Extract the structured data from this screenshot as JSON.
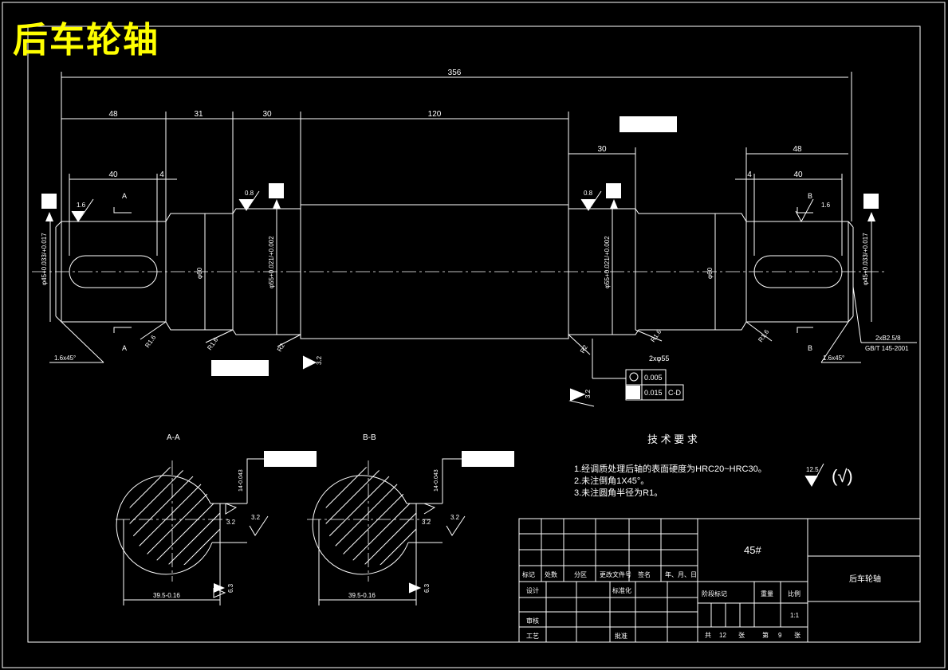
{
  "title": "后车轮轴",
  "dims": {
    "total": "356",
    "d48a": "48",
    "d31": "31",
    "d30a": "30",
    "d120": "120",
    "d30b": "30",
    "d48b": "48",
    "d40a": "40",
    "d4a": "4",
    "d40b": "40",
    "d4b": "4"
  },
  "diameters": {
    "left": "φ45+0.033/+0.017",
    "bearing_left": "φ55+0.021/+0.002",
    "mid_left": "φ60",
    "bearing_right": "φ55+0.021/+0.002",
    "mid_right": "φ60",
    "right": "φ45+0.033/+0.017"
  },
  "roughness": {
    "r1": "1.6",
    "r2": "0.8",
    "r3": "0.8",
    "r4": "1.6",
    "r5": "3.2",
    "r6": "3.2",
    "r7": "3.2",
    "r8": "3.2",
    "r9": "3.2",
    "r10": "3.2",
    "general": "12.5",
    "general_check": "(√)"
  },
  "section_marks": {
    "a": "A",
    "b": "B"
  },
  "radii": {
    "r16a": "R1.6",
    "r16b": "R1.6",
    "r2a": "R2",
    "r16c": "R1.6",
    "r2b": "R2",
    "r16d": "R1.6"
  },
  "chamfers": {
    "left": "1.6x45°",
    "right": "1.6x45°"
  },
  "center_hole": {
    "line1": "2xB2.5/8",
    "line2": "GB/T 145-2001"
  },
  "tolerance": {
    "label": "2xφ55",
    "row1_val": "0.005",
    "row2_val": "0.015",
    "row2_ref": "C-D"
  },
  "sections": {
    "aa": {
      "title": "A-A",
      "depth": "14-0.043",
      "width": "39.5-0.16",
      "r_key": "3.2",
      "r_side": "3.2",
      "r_bottom": "6.3"
    },
    "bb": {
      "title": "B-B",
      "depth": "14-0.043",
      "width": "39.5-0.16",
      "r_key": "3.2",
      "r_side": "3.2",
      "r_bottom": "6.3"
    }
  },
  "tech": {
    "heading": "技 术 要 求",
    "line1": "1.经调质处理后轴的表面硬度为HRC20~HRC30。",
    "line2": "2.未注倒角1X45°。",
    "line3": "3.未注圆角半径为R1。"
  },
  "title_block": {
    "material": "45#",
    "part_name": "后车轮轴",
    "h_mark": "标记",
    "h_count": "处数",
    "h_zone": "分区",
    "h_doc": "更改文件号",
    "h_sign": "签名",
    "h_date": "年、月、日",
    "design": "设计",
    "standardize": "标准化",
    "review": "审核",
    "process": "工艺",
    "approve": "批准",
    "stage_mark": "阶段标记",
    "weight": "重量",
    "scale": "比例",
    "scale_val": "1:1",
    "total_label": "共",
    "total_val": "12",
    "sheet_unit": "张",
    "page_label": "第",
    "page_val": "9",
    "page_unit": "张"
  }
}
